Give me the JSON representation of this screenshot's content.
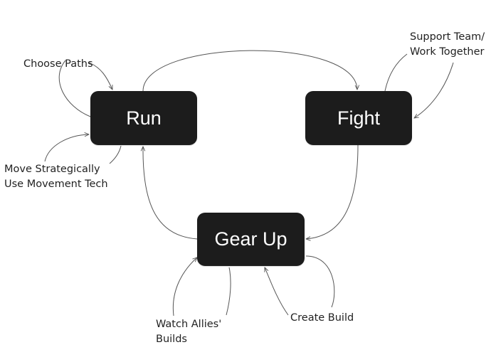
{
  "nodes": {
    "run": "Run",
    "fight": "Fight",
    "gear_up": "Gear Up"
  },
  "labels": {
    "choose_paths": "Choose Paths",
    "support": [
      "Support Team/",
      "Work Together"
    ],
    "move": [
      "Move Strategically",
      "Use Movement Tech"
    ],
    "watch": [
      "Watch Allies'",
      "Builds"
    ],
    "create_build": "Create Build"
  },
  "colors": {
    "node_fill": "#1c1c1c",
    "node_text": "#ffffff",
    "connector": "#555555"
  }
}
